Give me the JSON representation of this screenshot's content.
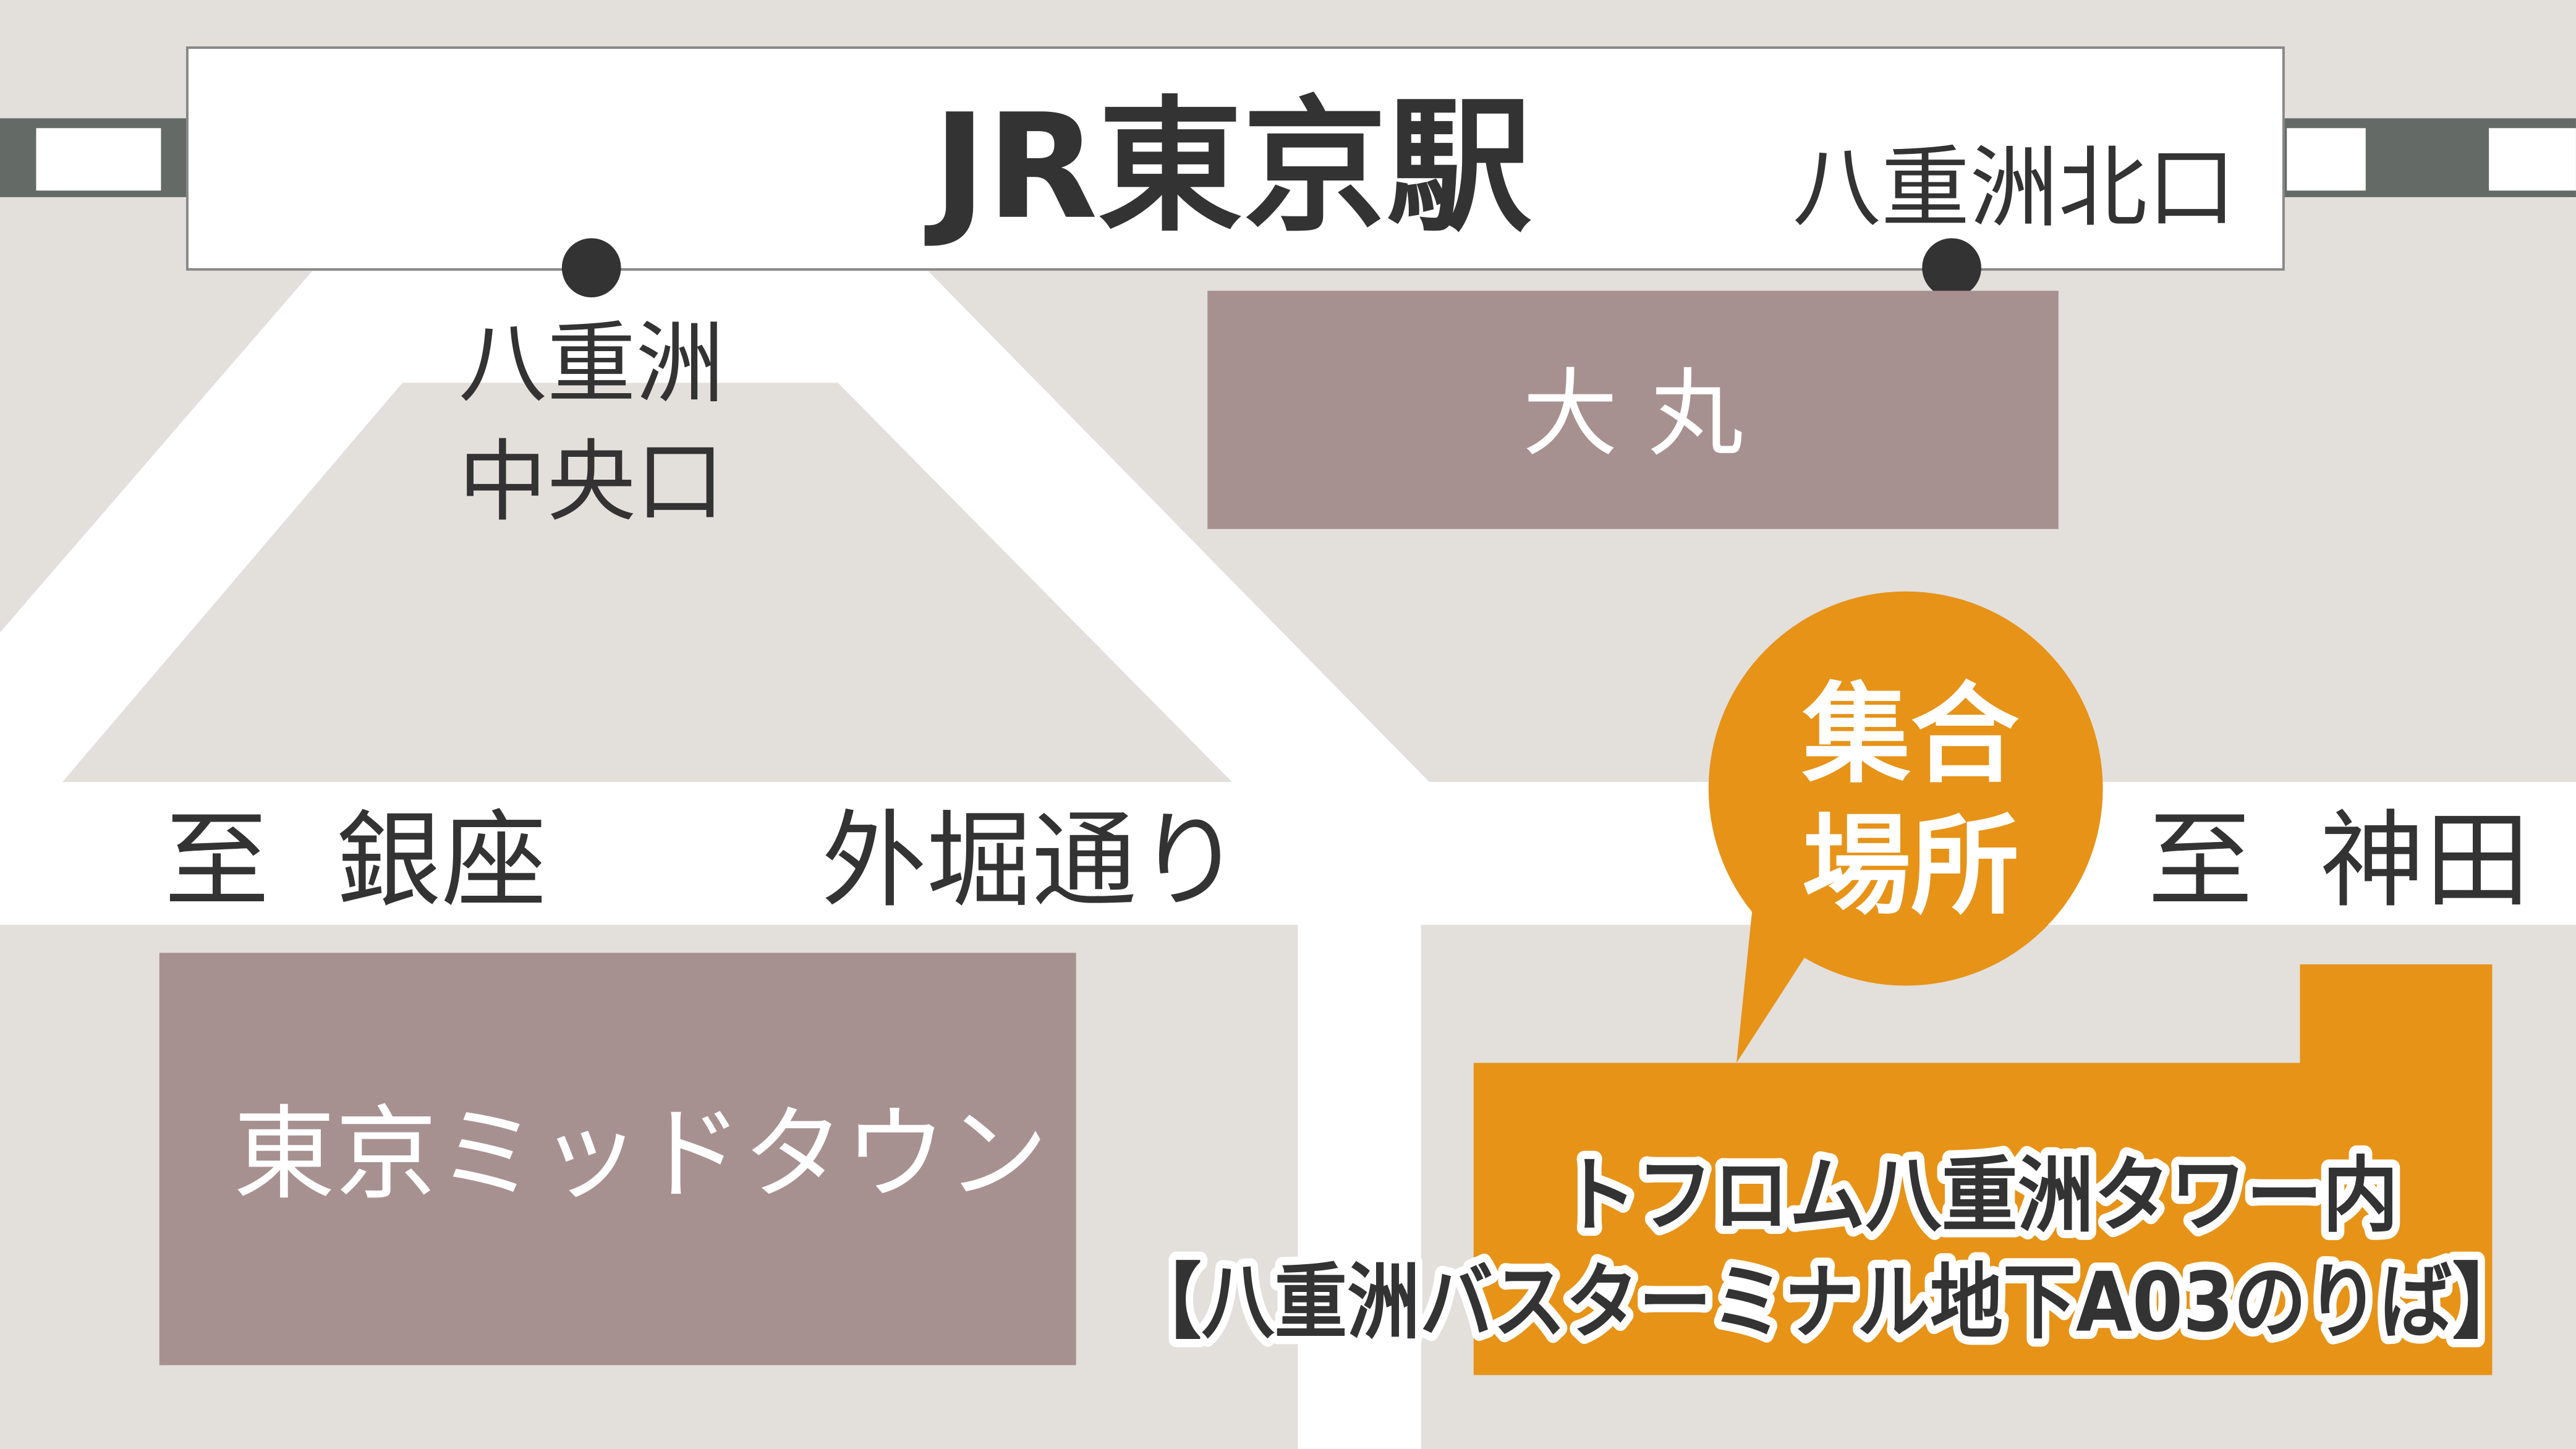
{
  "colors": {
    "background": "#e3dfdb",
    "road": "#ffffff",
    "building": "#a79190",
    "highlight": "#e69318",
    "rail": "#646a66",
    "text": "#333333"
  },
  "station": {
    "name": "JR東京駅",
    "exit_north": "八重洲北口",
    "exit_central_line1": "八重洲",
    "exit_central_line2": "中央口"
  },
  "buildings": {
    "daimaru": "大 丸",
    "midtown": "東京ミッドタウン"
  },
  "roads": {
    "to_ginza": "至  銀座",
    "sotobori": "外堀通り",
    "to_kanda": "至  神田"
  },
  "meeting": {
    "bubble_line1": "集合",
    "bubble_line2": "場所",
    "place_line1": "トフロム八重洲タワー内",
    "place_line2": "【八重洲バスターミナル地下A03のりば】"
  }
}
